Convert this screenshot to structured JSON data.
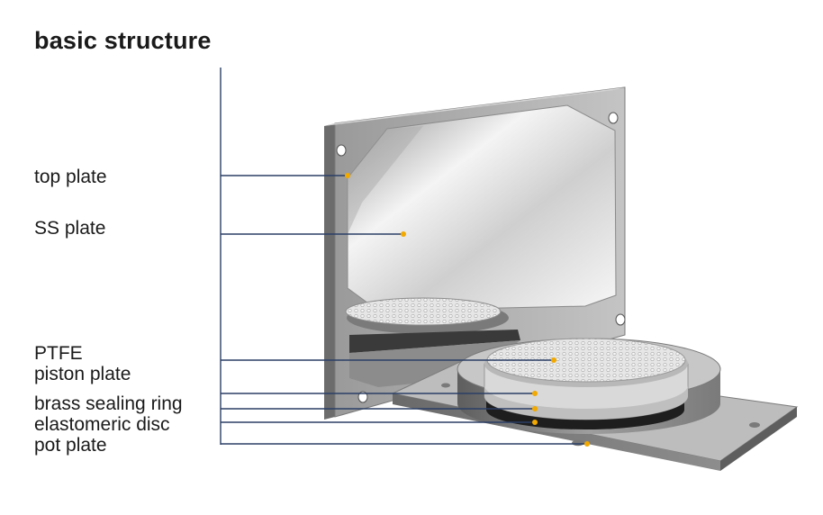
{
  "title": "basic structure",
  "labels": {
    "top_plate": "top plate",
    "ss_plate": "SS plate",
    "ptfe": "PTFE",
    "piston_plate": "piston plate",
    "brass_sealing_ring": "brass sealing ring",
    "elastomeric_disc": "elastomeric disc",
    "pot_plate": "pot plate"
  },
  "colors": {
    "leader_line": "#2b3f66",
    "marker_dot": "#f2a900",
    "steel_face": "#b7b7b7",
    "steel_edge": "#6f6f6f",
    "mirror_light": "#f2f2f2",
    "mirror_dark": "#9b9b9b",
    "elastomer": "#1e1e1e"
  }
}
